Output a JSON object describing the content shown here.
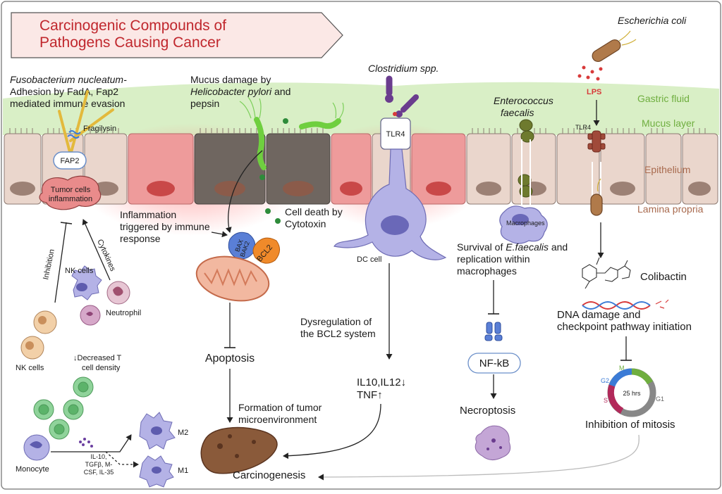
{
  "title": {
    "line1": "Carcinogenic Compounds  of",
    "line2": "Pathogens Causing Cancer"
  },
  "layers": {
    "gastric_fluid": "Gastric fluid",
    "mucus_layer": "Mucus layer",
    "epithelium": "Epithelium",
    "lamina_propria": "Lamina propria"
  },
  "fusobacterium": {
    "name": "Fusobacterium nucleatum-",
    "line2": "Adhesion by FadA, Fap2",
    "line3": "mediated immune evasion",
    "fragilysin": "Fragilysin",
    "fap2": "FAP2",
    "tumor_line1": "Tumor cells",
    "tumor_line2": "inflammation",
    "inhibition": "Inhibition",
    "cytokines": "Cytokines",
    "nk_cells_top": "NK cells",
    "nk_cells_bottom": "NK cells",
    "neutrophil": "Neutrophil",
    "inflammation_line1": "Inflammation",
    "inflammation_line2": "triggered by immune",
    "inflammation_line3": "response",
    "t_cell_line1": "↓Decreased T",
    "t_cell_line2": "cell density",
    "monocyte": "Monocyte",
    "cytokine_list_line1": "IL-10,",
    "cytokine_list_line2": "TGFβ, M-",
    "cytokine_list_line3": "CSF, IL-35",
    "m2": "M2",
    "m1": "M1"
  },
  "helicobacter": {
    "line1": "Mucus damage by",
    "line2": "Helicobacter pylori",
    "line2_suffix": " and",
    "line3": "pepsin",
    "cell_death_line1": "Cell death by",
    "cell_death_line2": "Cytotoxin",
    "bax": "BAX",
    "bak2": "BAK2",
    "bcl2": "BCL2",
    "apoptosis": "Apoptosis",
    "tumor_env_line1": "Formation of tumor",
    "tumor_env_line2": "microenvironment"
  },
  "clostridium": {
    "name": "Clostridium spp.",
    "tlr4": "TLR4",
    "dc_cell": "DC cell",
    "dysreg_line1": "Dysregulation of",
    "dysreg_line2": "the BCL2 system",
    "il_line1": "IL10,IL12↓",
    "il_line2": "TNF↑"
  },
  "enterococcus": {
    "name_line1": "Enterococcus",
    "name_line2": "faecalis",
    "macrophages": "Macrophages",
    "survival_prefix": "Survival of ",
    "survival_species": "E.faecalis",
    "survival_suffix": " and",
    "survival_line2": "replication within",
    "survival_line3": "macrophages",
    "nfkb": "NF-kB",
    "necroptosis": "Necroptosis"
  },
  "ecoli": {
    "name": "Escherichia coli",
    "lps": "LPS",
    "tlr4": "TLR4",
    "colibactin": "Colibactin",
    "dna_line1": "DNA damage and",
    "dna_line2": "checkpoint pathway initiation",
    "cycle_center": "25 hrs",
    "phase_m": "M",
    "phase_g2": "G2",
    "phase_s": "S",
    "phase_g1": "G1",
    "mitosis": "Inhibition of mitosis"
  },
  "outcome": {
    "carcinogenesis": "Carcinogenesis"
  },
  "colors": {
    "title_text": "#c0272d",
    "title_fill": "#fbe8e6",
    "layer_label": "#6fae3f",
    "epithelium_label": "#a86a4e",
    "mucus": "#d9efc6",
    "cell_normal": "#ead6cc",
    "cell_red": "#ee9b9b",
    "cell_dark": "#6f6660",
    "immune_purple": "#a9a8df",
    "bacteria_green": "#6fcf3f",
    "arrow": "#222222"
  }
}
